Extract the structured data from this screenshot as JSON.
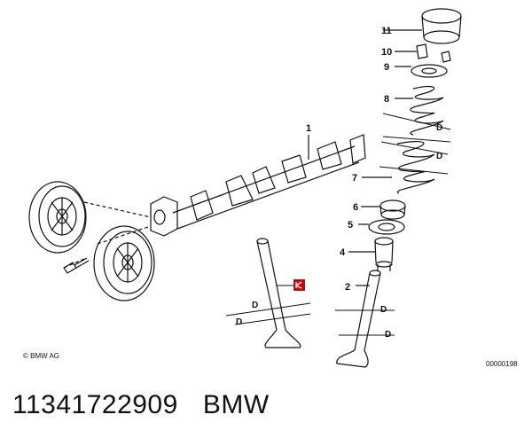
{
  "diagram": {
    "callouts": [
      "1",
      "2",
      "4",
      "5",
      "6",
      "7",
      "8",
      "9",
      "10",
      "11"
    ],
    "measure_label": "D",
    "copyright": "© BMW AG",
    "drawing_number": "00000198"
  },
  "caption": {
    "part_number": "11341722909",
    "brand": "BMW"
  },
  "colors": {
    "line": "#111111",
    "highlight_badge": "#d40000"
  }
}
